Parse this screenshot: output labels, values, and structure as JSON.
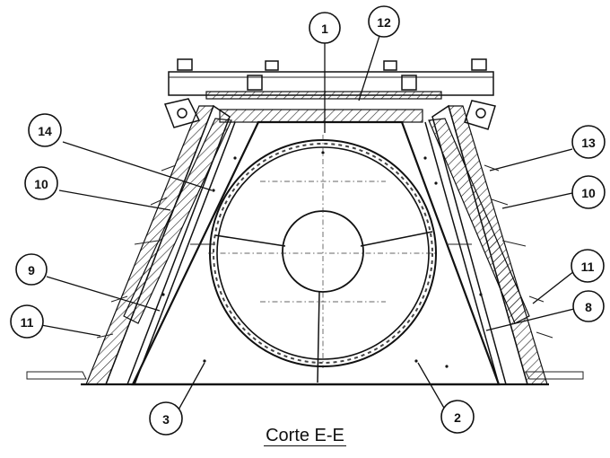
{
  "title": "Corte E-E",
  "callouts": [
    "1",
    "12",
    "14",
    "13",
    "10",
    "10",
    "9",
    "11",
    "11",
    "8",
    "3",
    "2"
  ]
}
